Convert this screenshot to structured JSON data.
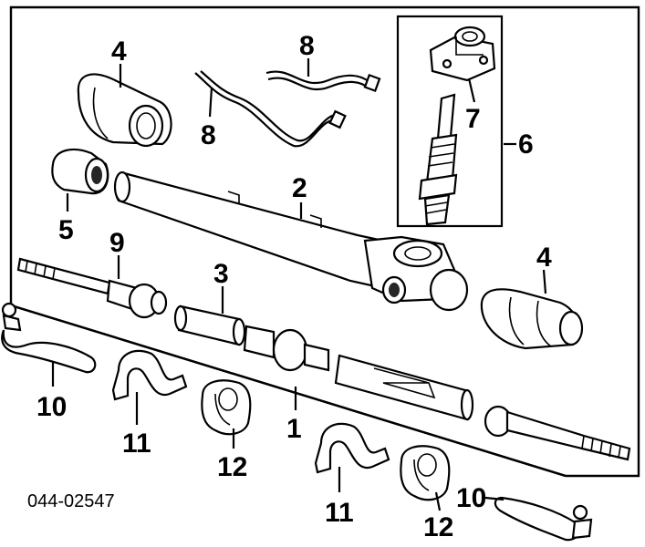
{
  "diagram": {
    "reference_code": "044-02547",
    "callouts": {
      "rack_boot_left": "4",
      "hydraulic_line_upper": "8",
      "hydraulic_line_lower": "8",
      "valve_assembly": "6",
      "valve_housing": "7",
      "rack_housing": "2",
      "grommet": "5",
      "inner_tie_rod": "9",
      "bushing": "3",
      "rack_boot_right": "4",
      "rack": "1",
      "outer_tie_rod_left": "10",
      "outer_tie_rod_right": "10",
      "bracket_left": "11",
      "bracket_right": "11",
      "mount_bushing_left": "12",
      "mount_bushing_right": "12"
    }
  }
}
